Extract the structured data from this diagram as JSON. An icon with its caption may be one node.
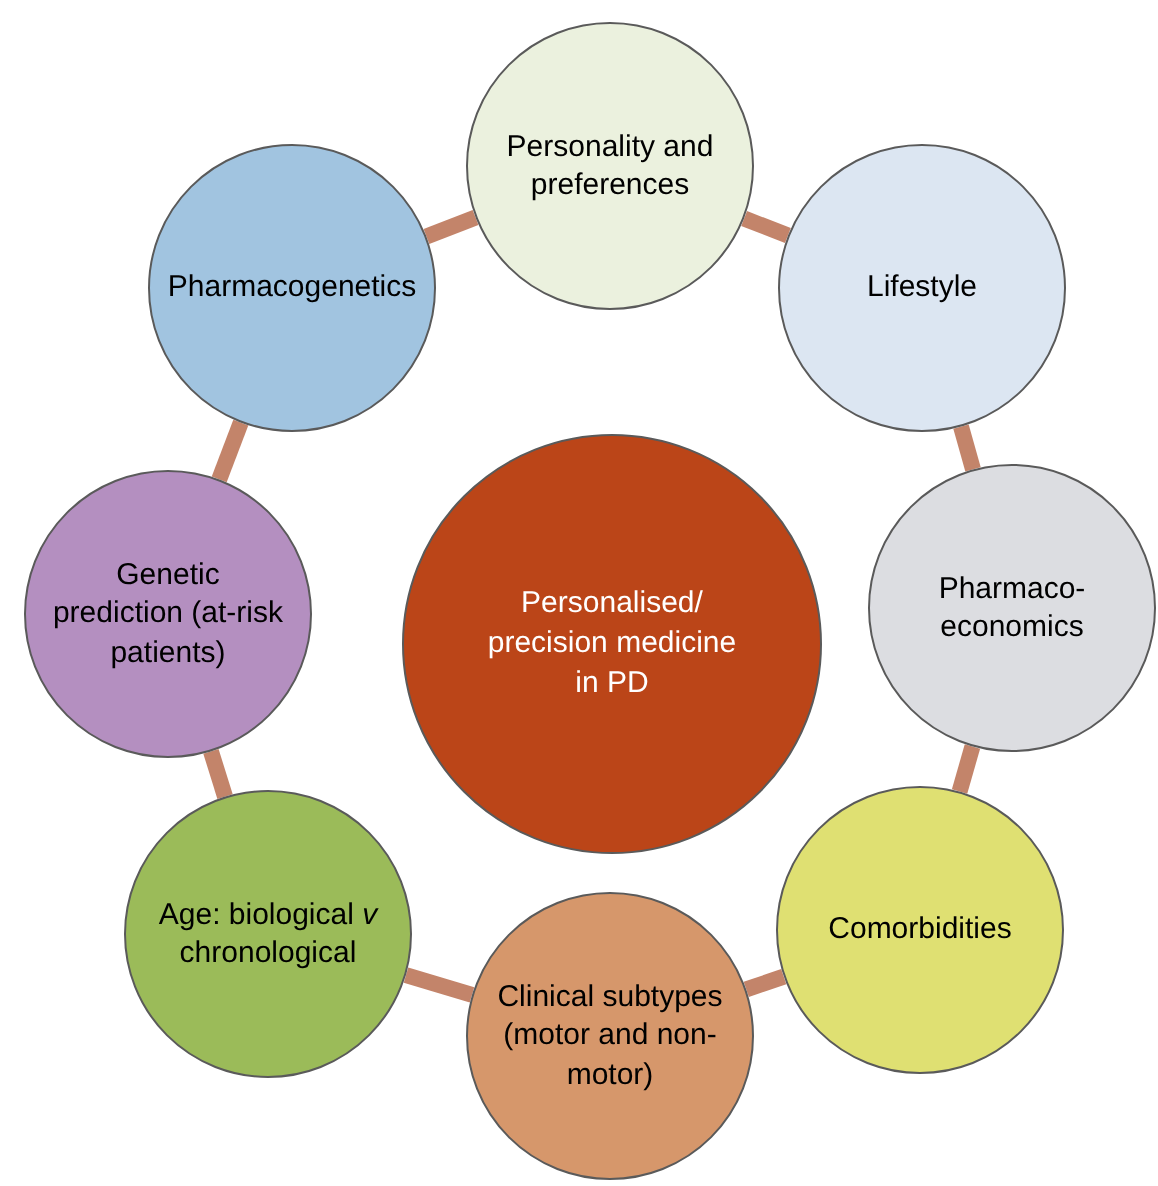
{
  "diagram": {
    "nodes": [
      {
        "text": [
          "Personalised/ precision medicine in PD"
        ]
      },
      {
        "text": [
          "Personality and preferences"
        ]
      },
      {
        "text": [
          "Lifestyle"
        ]
      },
      {
        "text": [
          "Pharmaco- economics"
        ]
      },
      {
        "text": [
          "Comorbidities"
        ]
      },
      {
        "text": [
          "Clinical subtypes (motor and non-motor)"
        ]
      },
      {
        "text": [
          "Age: biological *v* chronological"
        ]
      },
      {
        "text": [
          "Genetic prediction (at-risk patients)"
        ]
      },
      {
        "text": [
          "Pharmacogenetics"
        ]
      }
    ],
    "edges": [
      {
        "from": 1,
        "to": 2,
        "arrow": "none"
      },
      {
        "from": 2,
        "to": 3,
        "arrow": "none"
      },
      {
        "from": 3,
        "to": 4,
        "arrow": "none"
      },
      {
        "from": 4,
        "to": 5,
        "arrow": "none"
      },
      {
        "from": 5,
        "to": 6,
        "arrow": "none"
      },
      {
        "from": 6,
        "to": 7,
        "arrow": "none"
      },
      {
        "from": 7,
        "to": 8,
        "arrow": "none"
      },
      {
        "from": 8,
        "to": 1,
        "arrow": "none"
      }
    ]
  }
}
